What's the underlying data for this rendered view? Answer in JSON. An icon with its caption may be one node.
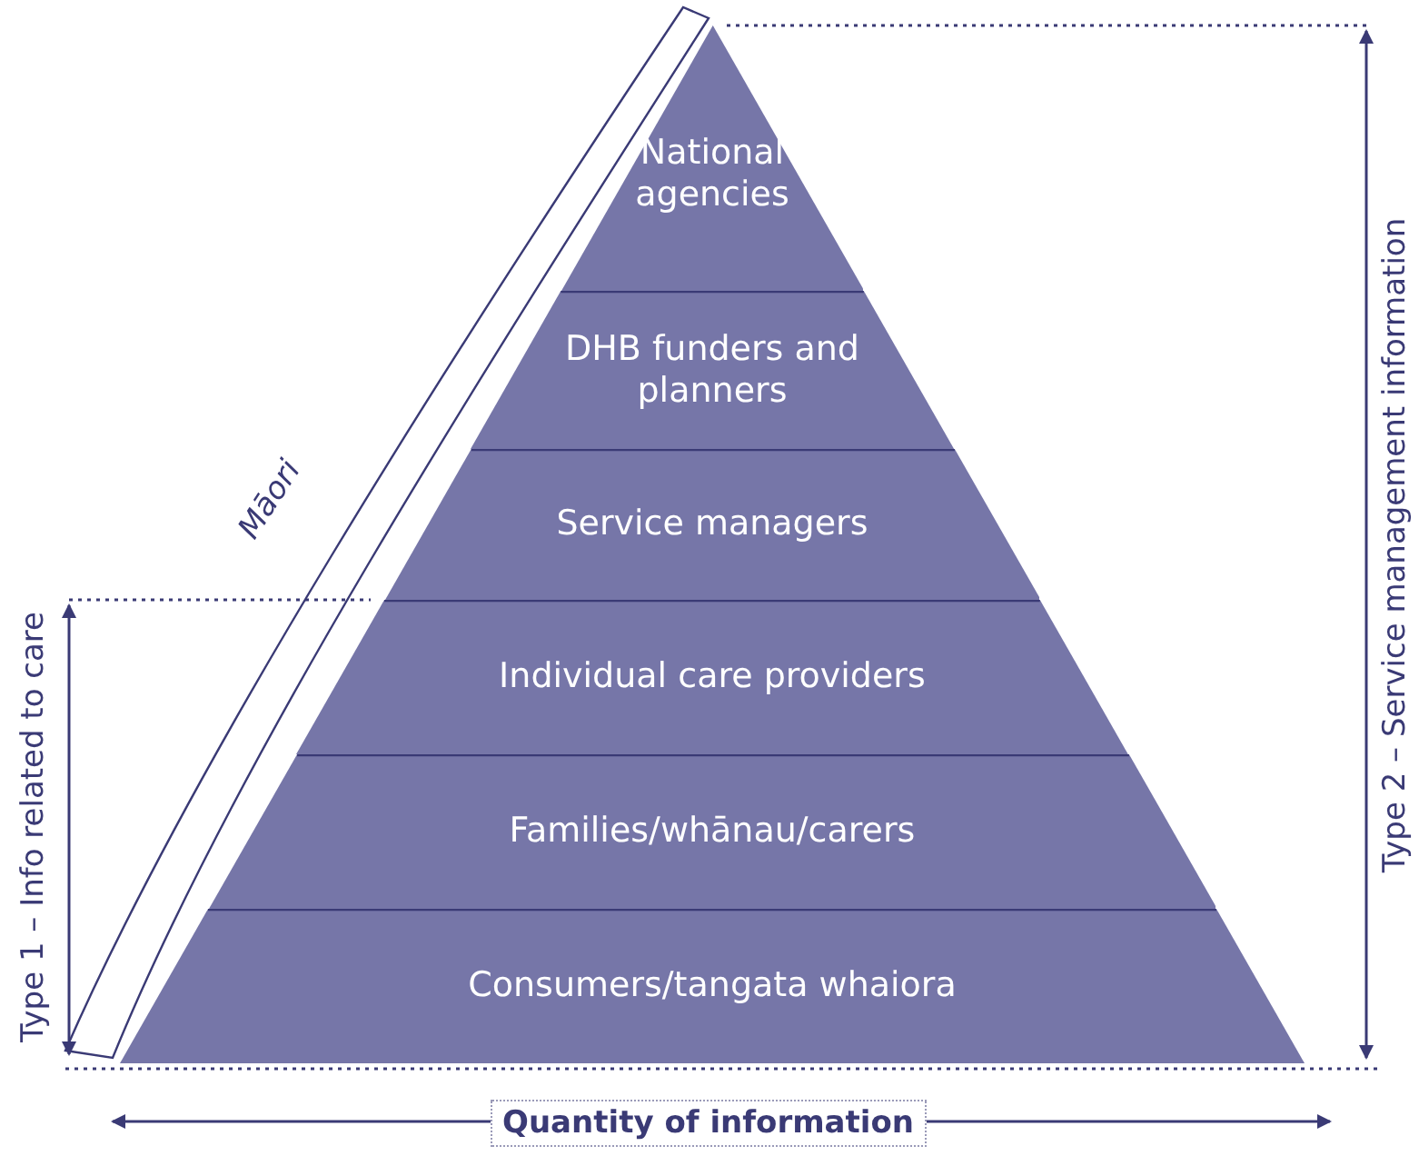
{
  "diagram": {
    "nodes": [
      {
        "text": [
          "National agencies"
        ]
      },
      {
        "text": [
          "DHB funders and planners"
        ]
      },
      {
        "text": [
          "Service managers"
        ]
      },
      {
        "text": [
          "Individual care providers"
        ]
      },
      {
        "text": [
          "Families/whānau/carers"
        ]
      },
      {
        "text": [
          "Consumers/tangata whaiora"
        ]
      }
    ],
    "edges": [],
    "labels": [
      "Māori",
      "Type 1 – Info related to care",
      "Type 2 – Service management information",
      "Quantity of information"
    ]
  }
}
